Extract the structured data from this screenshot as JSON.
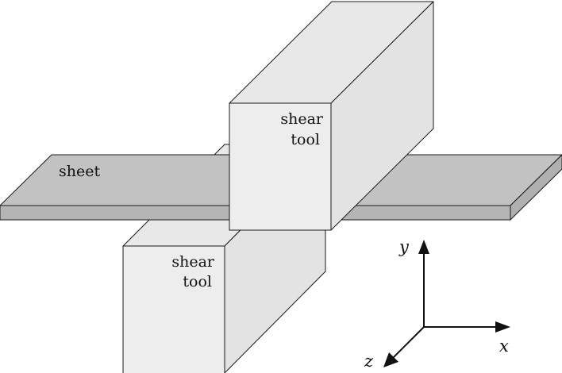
{
  "labels": {
    "sheet": "sheet",
    "upper_tool_line1": "shear",
    "upper_tool_line2": "tool",
    "lower_tool_line1": "shear",
    "lower_tool_line2": "tool"
  },
  "axes": {
    "x": "x",
    "y": "y",
    "z": "z"
  },
  "colors": {
    "sheet_top": "#c2c2c2",
    "sheet_side": "#b5b5b5",
    "tool_front": "#ededed",
    "tool_top": "#e8e8e8",
    "tool_side": "#e3e3e3",
    "edges": "#1a1a1a"
  }
}
